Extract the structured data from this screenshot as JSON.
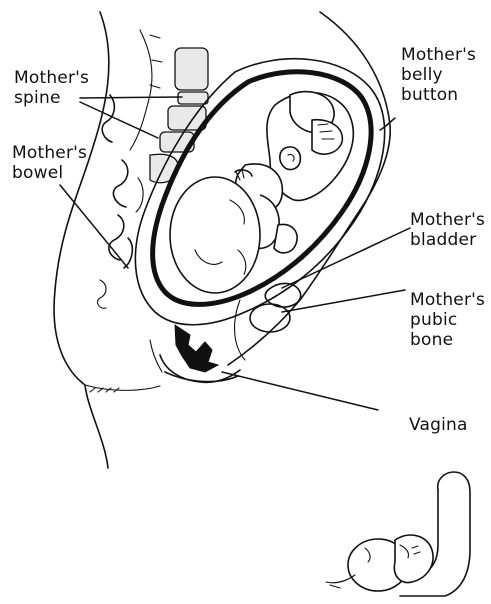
{
  "labels": {
    "spine": "Mother's\nspine",
    "bowel": "Mother's\nbowel",
    "belly_button": "Mother's\nbelly\nbutton",
    "bladder": "Mother's\nbladder",
    "pubic_bone": "Mother's\npubic\nbone",
    "vagina": "Vagina"
  }
}
